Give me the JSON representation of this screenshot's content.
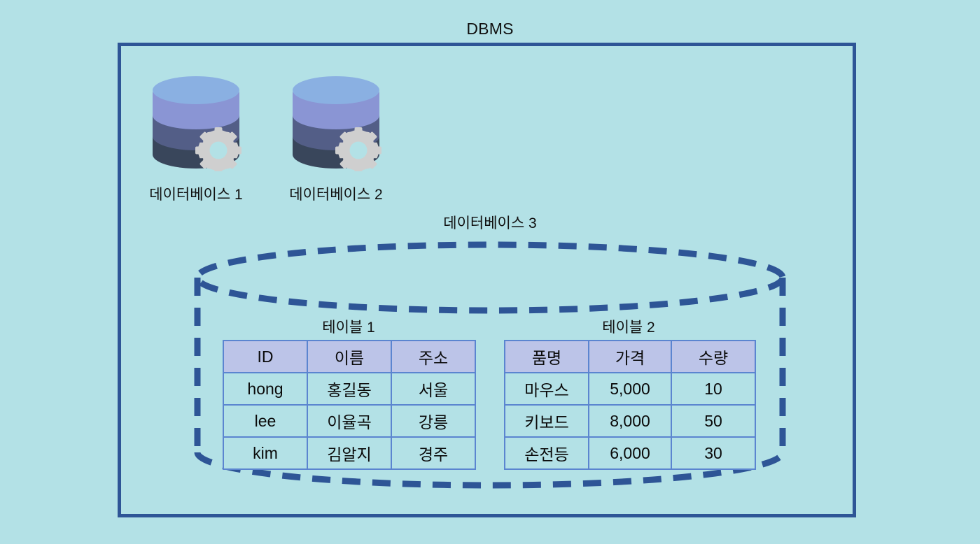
{
  "diagram": {
    "title": "DBMS",
    "background_color": "#b3e1e6",
    "frame_color": "#2e5596",
    "dashed_color": "#2e5596"
  },
  "databases": [
    {
      "icon": "database-cylinder-gear-icon",
      "label": "데이터베이스 1"
    },
    {
      "icon": "database-cylinder-gear-icon",
      "label": "데이터베이스 2"
    }
  ],
  "database3": {
    "label": "데이터베이스 3",
    "icon": "dashed-cylinder-icon"
  },
  "tables": [
    {
      "caption": "테이블 1",
      "headers": [
        "ID",
        "이름",
        "주소"
      ],
      "rows": [
        [
          "hong",
          "홍길동",
          "서울"
        ],
        [
          "lee",
          "이율곡",
          "강릉"
        ],
        [
          "kim",
          "김알지",
          "경주"
        ]
      ]
    },
    {
      "caption": "테이블 2",
      "headers": [
        "품명",
        "가격",
        "수량"
      ],
      "rows": [
        [
          "마우스",
          "5,000",
          "10"
        ],
        [
          "키보드",
          "8,000",
          "50"
        ],
        [
          "손전등",
          "6,000",
          "30"
        ]
      ]
    }
  ],
  "colors": {
    "cylinder_top": "#8ab0e2",
    "cylinder_band1": "#8a95d4",
    "cylinder_band2": "#535e87",
    "cylinder_band3": "#39465b",
    "gear": "#cfcfcf",
    "table_header_bg": "#bcc4e8",
    "table_border": "#5b85d0"
  }
}
